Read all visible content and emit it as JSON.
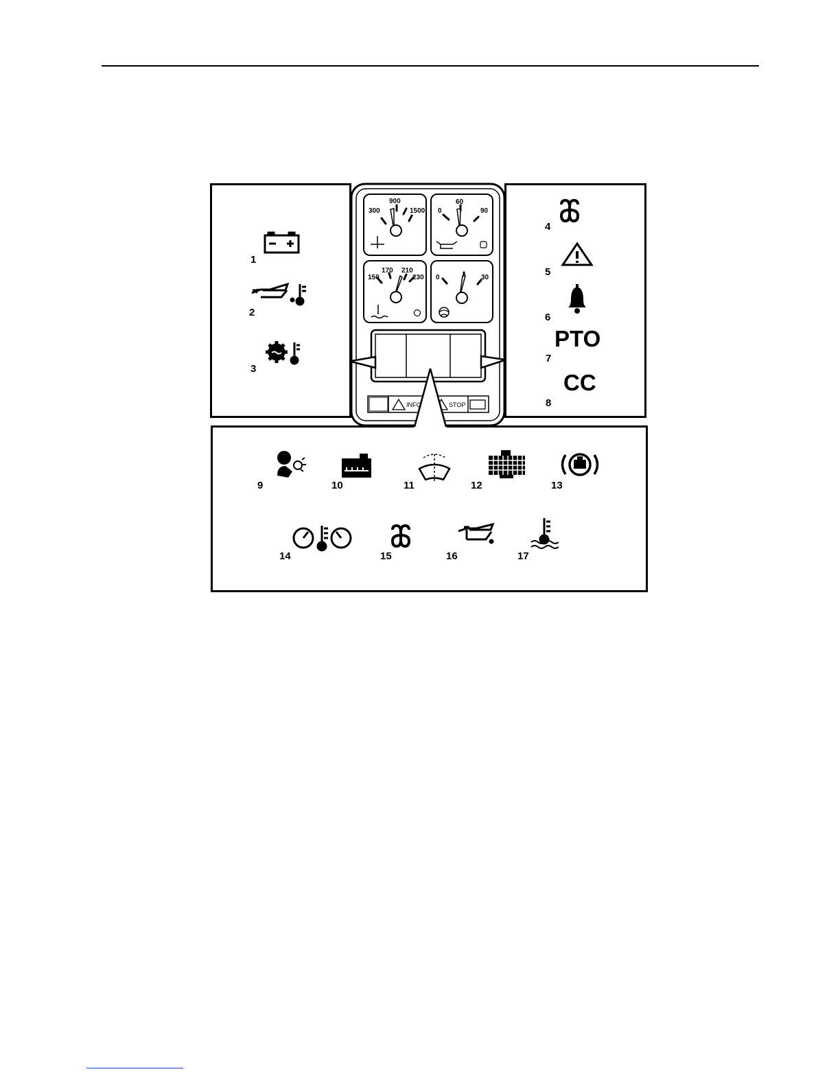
{
  "indicators_left": [
    {
      "num": "1",
      "icon": "battery-icon"
    },
    {
      "num": "2",
      "icon": "oil-temperature-icon"
    },
    {
      "num": "3",
      "icon": "transmission-temperature-icon"
    }
  ],
  "indicators_right": [
    {
      "num": "4",
      "icon": "glow-plug-icon"
    },
    {
      "num": "5",
      "icon": "warning-triangle-icon"
    },
    {
      "num": "6",
      "icon": "bell-icon"
    },
    {
      "num": "7",
      "text": "PTO"
    },
    {
      "num": "8",
      "text": "CC"
    }
  ],
  "indicators_bottom": [
    {
      "num": "9",
      "icon": "airbag-icon"
    },
    {
      "num": "10",
      "icon": "fuel-filter-icon"
    },
    {
      "num": "11",
      "icon": "washer-fluid-icon"
    },
    {
      "num": "12",
      "icon": "air-filter-icon"
    },
    {
      "num": "13",
      "icon": "engine-brake-icon"
    },
    {
      "num": "14",
      "icon": "axle-temperature-icon"
    },
    {
      "num": "15",
      "icon": "glow-plug-icon"
    },
    {
      "num": "16",
      "icon": "oil-pressure-icon"
    },
    {
      "num": "17",
      "icon": "coolant-temperature-icon"
    }
  ],
  "gauges": {
    "pyrometer": {
      "ticks": [
        "300",
        "900",
        "1500"
      ]
    },
    "oil_pressure": {
      "ticks": [
        "0",
        "60",
        "90"
      ]
    },
    "coolant_temp": {
      "ticks": [
        "150",
        "170",
        "210",
        "230"
      ]
    },
    "boost": {
      "ticks": [
        "0",
        "30"
      ]
    }
  },
  "cluster_strip": {
    "info_label": "INFO",
    "stop_label": "STOP"
  }
}
